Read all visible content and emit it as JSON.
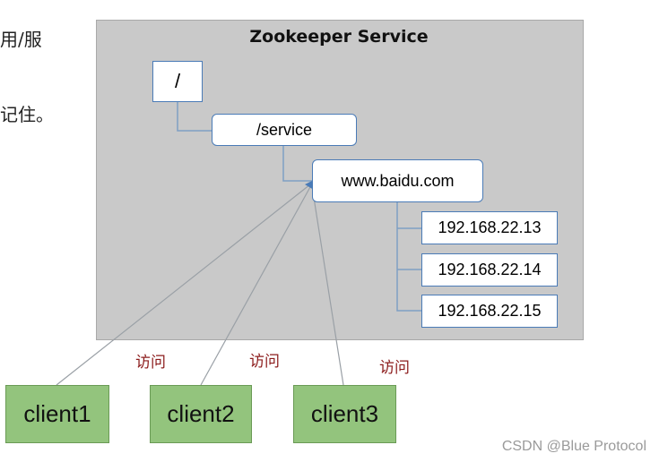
{
  "page": {
    "left_text_1": "用/服",
    "left_text_2": "记住。"
  },
  "diagram": {
    "title": "Zookeeper Service",
    "nodes": {
      "root": "/",
      "service": "/service",
      "domain": "www.baidu.com",
      "ips": [
        "192.168.22.13",
        "192.168.22.14",
        "192.168.22.15"
      ]
    },
    "clients": [
      "client1",
      "client2",
      "client3"
    ],
    "access_labels": [
      "访问",
      "访问",
      "访问"
    ]
  },
  "watermark": "CSDN @Blue Protocol"
}
